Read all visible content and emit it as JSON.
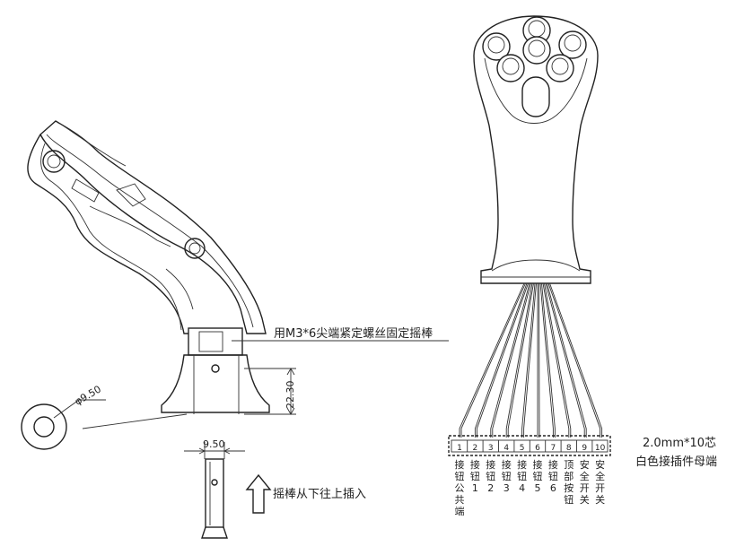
{
  "notes": {
    "mount_screw": "用M3*6尖端紧定螺丝固定摇棒",
    "insert_direction": "摇棒从下往上插入",
    "connector_spec_line1": "2.0mm*10芯",
    "connector_spec_line2": "白色接插件母端"
  },
  "dimensions": {
    "height": "22.30",
    "hole_diameter": "φ9.50",
    "rod_width": "9.50"
  },
  "pins": [
    {
      "number": "1",
      "label": [
        "接",
        "钮",
        "公",
        "共",
        "端"
      ]
    },
    {
      "number": "2",
      "label": [
        "接",
        "钮",
        "1"
      ]
    },
    {
      "number": "3",
      "label": [
        "接",
        "钮",
        "2"
      ]
    },
    {
      "number": "4",
      "label": [
        "接",
        "钮",
        "3"
      ]
    },
    {
      "number": "5",
      "label": [
        "接",
        "钮",
        "4"
      ]
    },
    {
      "number": "6",
      "label": [
        "接",
        "钮",
        "5"
      ]
    },
    {
      "number": "7",
      "label": [
        "接",
        "钮",
        "6"
      ]
    },
    {
      "number": "8",
      "label": [
        "顶",
        "部",
        "按",
        "钮"
      ]
    },
    {
      "number": "9",
      "label": [
        "安",
        "全",
        "开",
        "关"
      ]
    },
    {
      "number": "10",
      "label": [
        "安",
        "全",
        "开",
        "关"
      ]
    }
  ]
}
